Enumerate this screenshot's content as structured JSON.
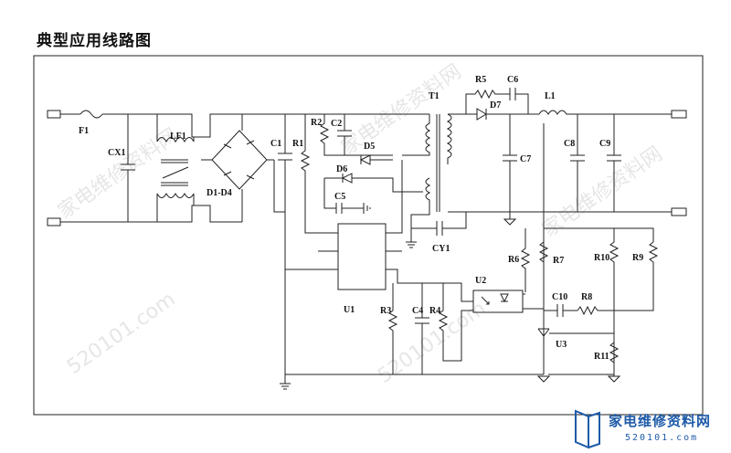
{
  "title": "典型应用线路图",
  "labels": {
    "F1": "F1",
    "CX1": "CX1",
    "LF1": "LF1",
    "D1D4": "D1-D4",
    "C1": "C1",
    "R1": "R1",
    "R2": "R2",
    "C2": "C2",
    "D5": "D5",
    "D6": "D6",
    "C5": "C5",
    "T1": "T1",
    "CY1": "CY1",
    "U1": "U1",
    "R3": "R3",
    "C4": "C4",
    "R4": "R4",
    "R5": "R5",
    "C6": "C6",
    "D7": "D7",
    "L1": "L1",
    "C7": "C7",
    "C8": "C8",
    "C9": "C9",
    "R6": "R6",
    "R7": "R7",
    "R10": "R10",
    "R9": "R9",
    "U2": "U2",
    "C10": "C10",
    "R8": "R8",
    "U3": "U3",
    "R11": "R11"
  },
  "watermark": "家电维修资料网",
  "watermark_url": "520101.com",
  "logo": {
    "main": "家电维修资料网",
    "sub": "520101.com"
  }
}
